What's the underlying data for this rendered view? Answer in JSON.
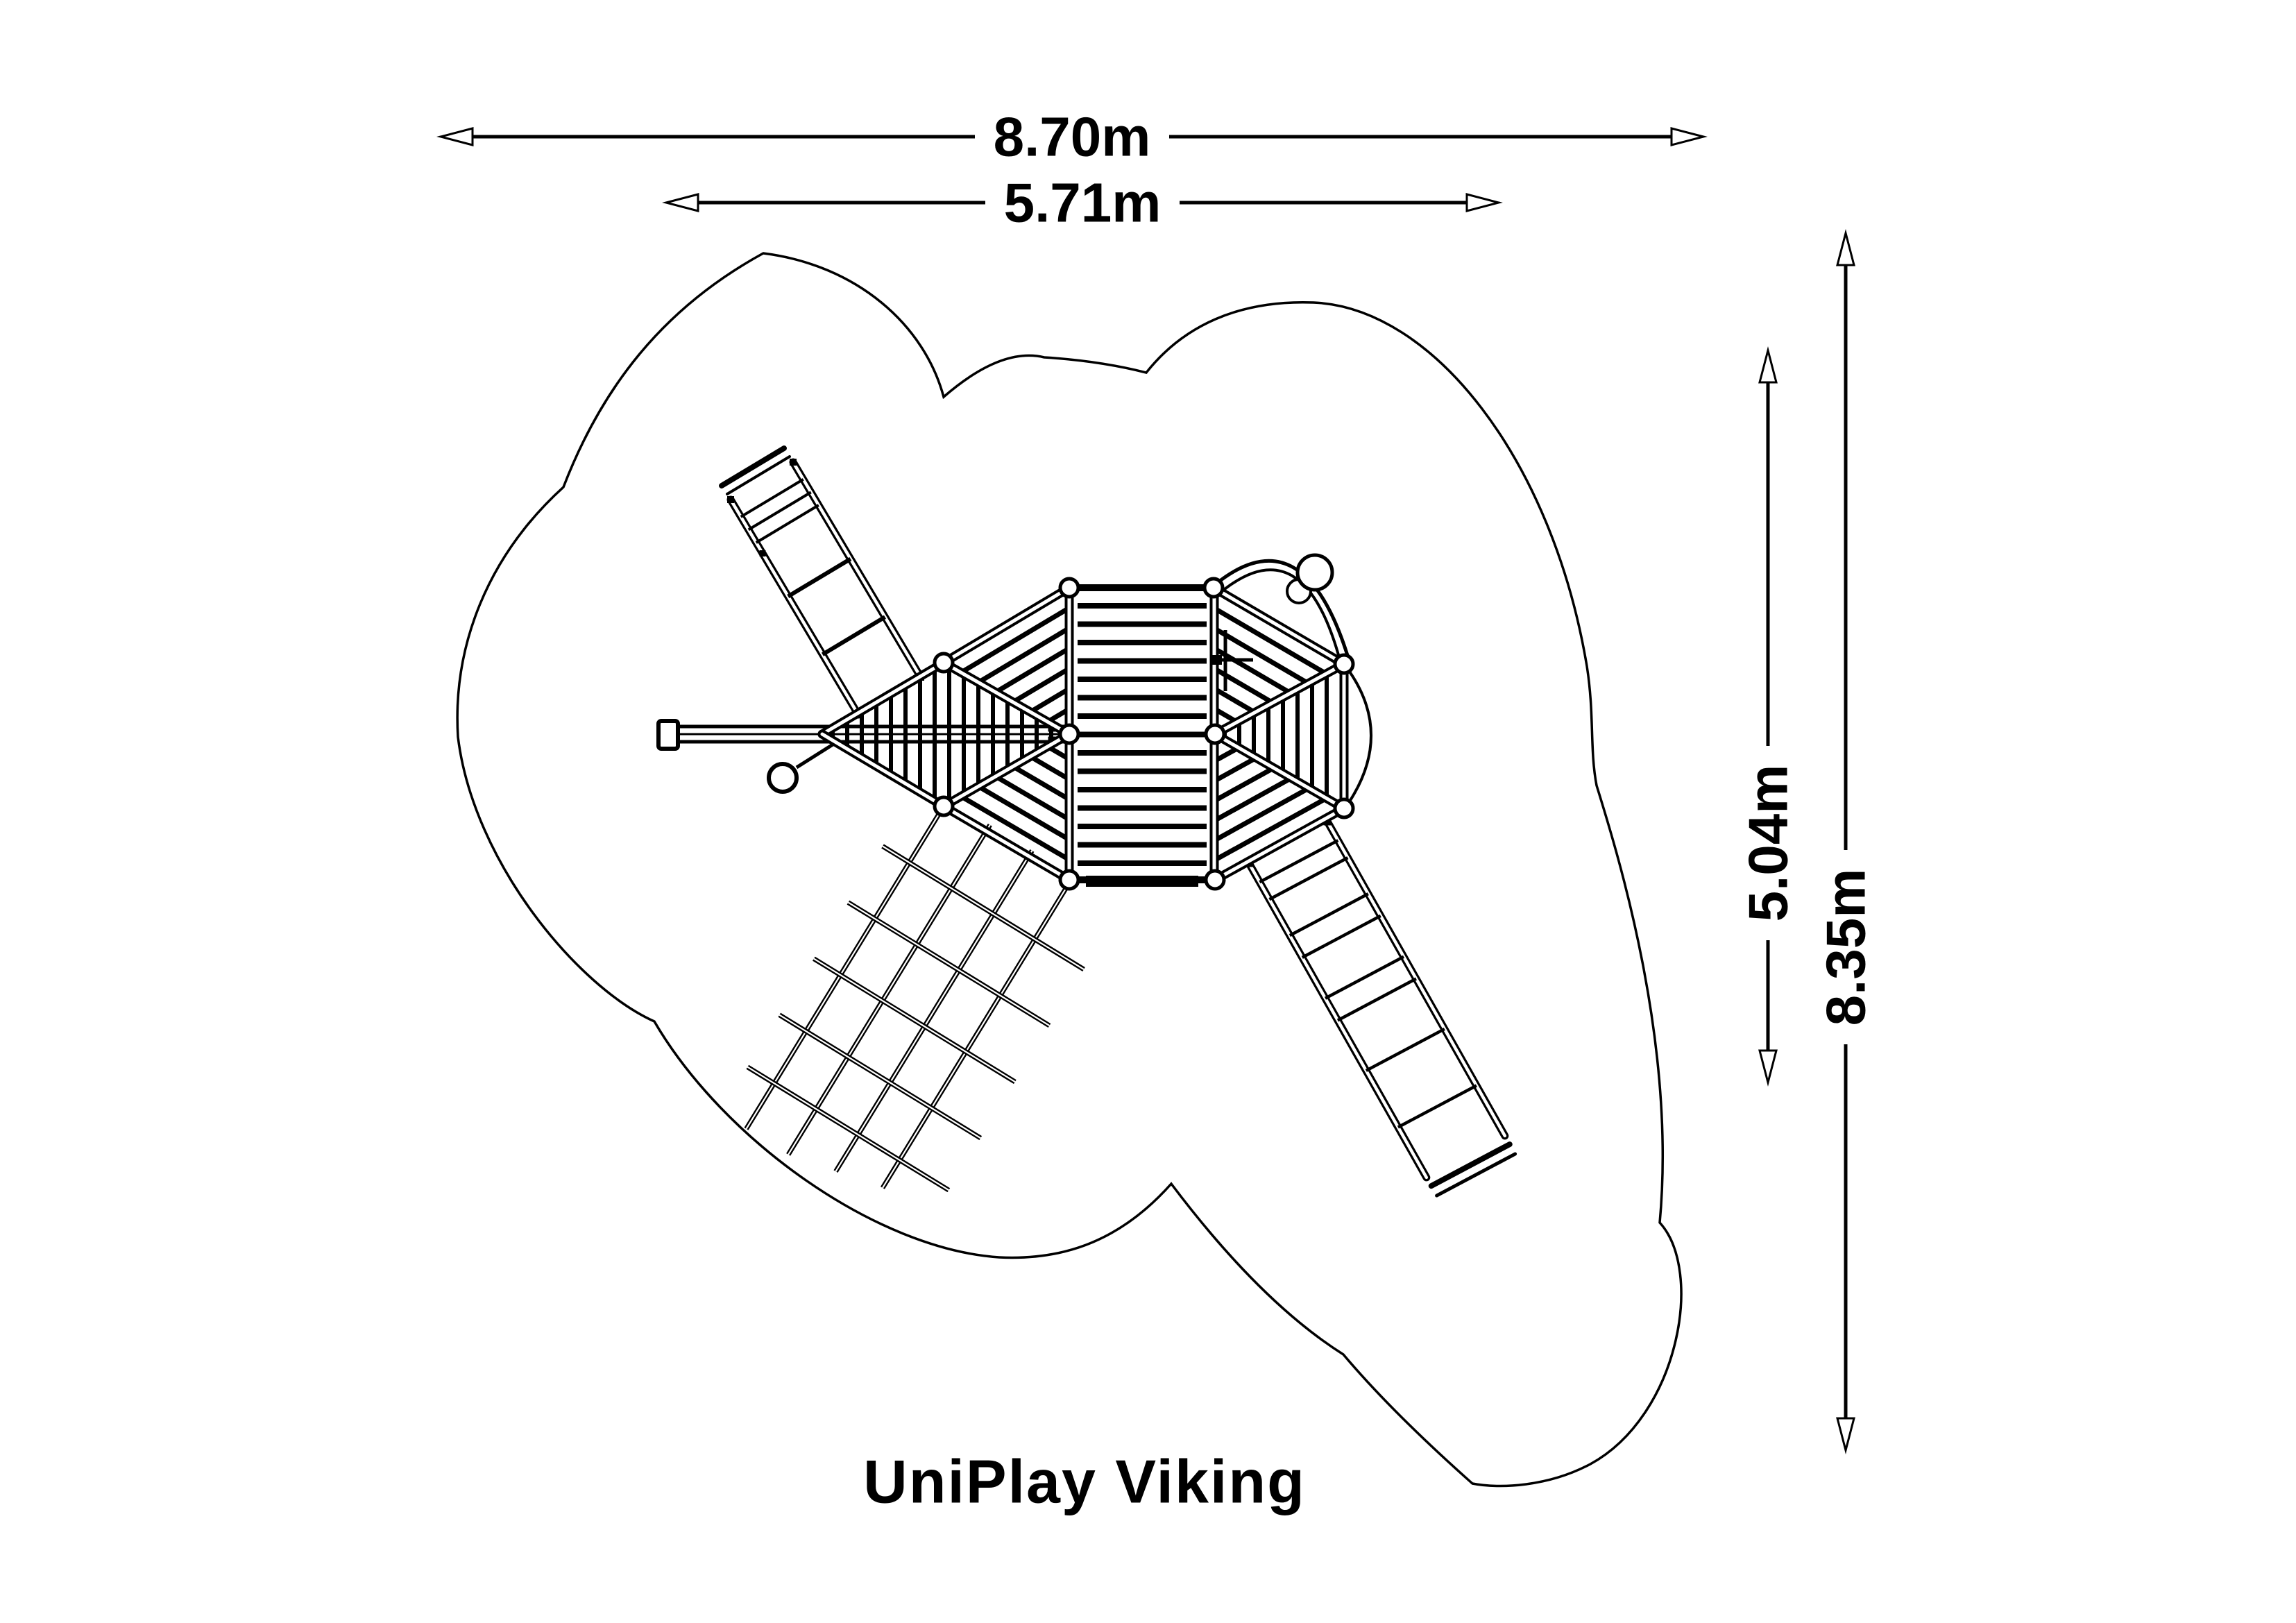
{
  "page": {
    "background": "#ffffff",
    "ink": "#000000"
  },
  "title": {
    "label": "UniPlay Viking"
  },
  "dimensions": {
    "total_width": "8.70m",
    "equipment_width": "5.71m",
    "equipment_depth": "5.04m",
    "total_depth": "8.35m"
  },
  "icons": {
    "arrowhead": "hollow-triangle-arrowhead",
    "post": "corner-post-circle",
    "pole_ball": "pole-top-ball"
  },
  "components": [
    "safety-zone-outline",
    "bridge-deck",
    "left-triangle-platform",
    "right-triangle-platform",
    "upper-left-slide",
    "lower-right-climbing-ramp",
    "climbing-net",
    "balance-beam",
    "grip-hook",
    "fireman-pole-arc",
    "play-panel"
  ]
}
